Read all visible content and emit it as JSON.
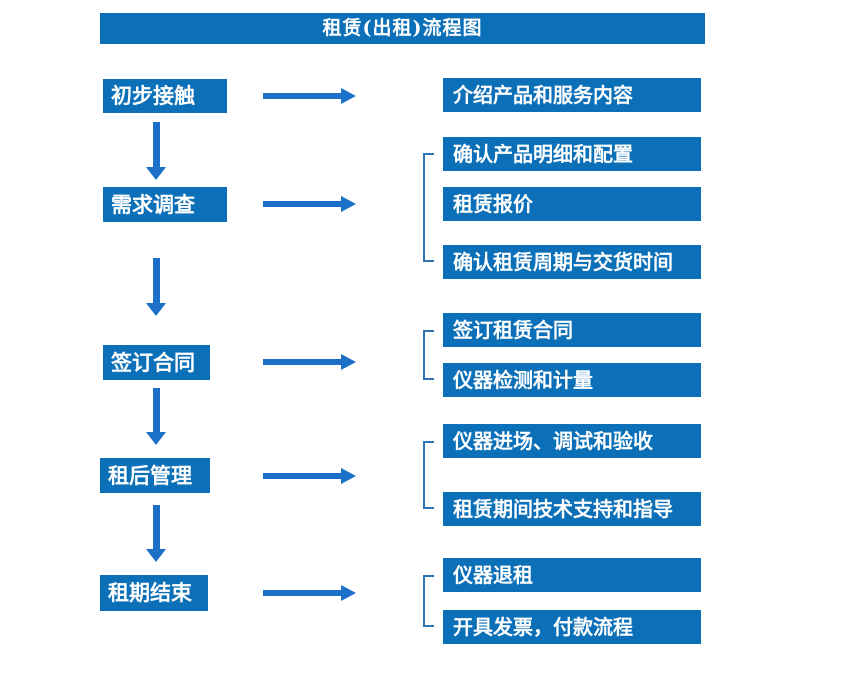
{
  "title": "租赁(出租)流程图",
  "colors": {
    "box_blue": "#0C70B9",
    "arrow_blue": "#1C70C8",
    "bracket_blue": "#2E74B5",
    "box_text": "#FFFFFF",
    "background": "#FFFFFF"
  },
  "steps": [
    {
      "label": "初步接触",
      "outputs": [
        "介绍产品和服务内容"
      ]
    },
    {
      "label": "需求调查",
      "outputs": [
        "确认产品明细和配置",
        "租赁报价",
        "确认租赁周期与交货时间"
      ]
    },
    {
      "label": "签订合同",
      "outputs": [
        "签订租赁合同",
        "仪器检测和计量"
      ]
    },
    {
      "label": "租后管理",
      "outputs": [
        "仪器进场、调试和验收",
        "租赁期间技术支持和指导"
      ]
    },
    {
      "label": "租期结束",
      "outputs": [
        "仪器退租",
        "开具发票，付款流程"
      ]
    }
  ]
}
